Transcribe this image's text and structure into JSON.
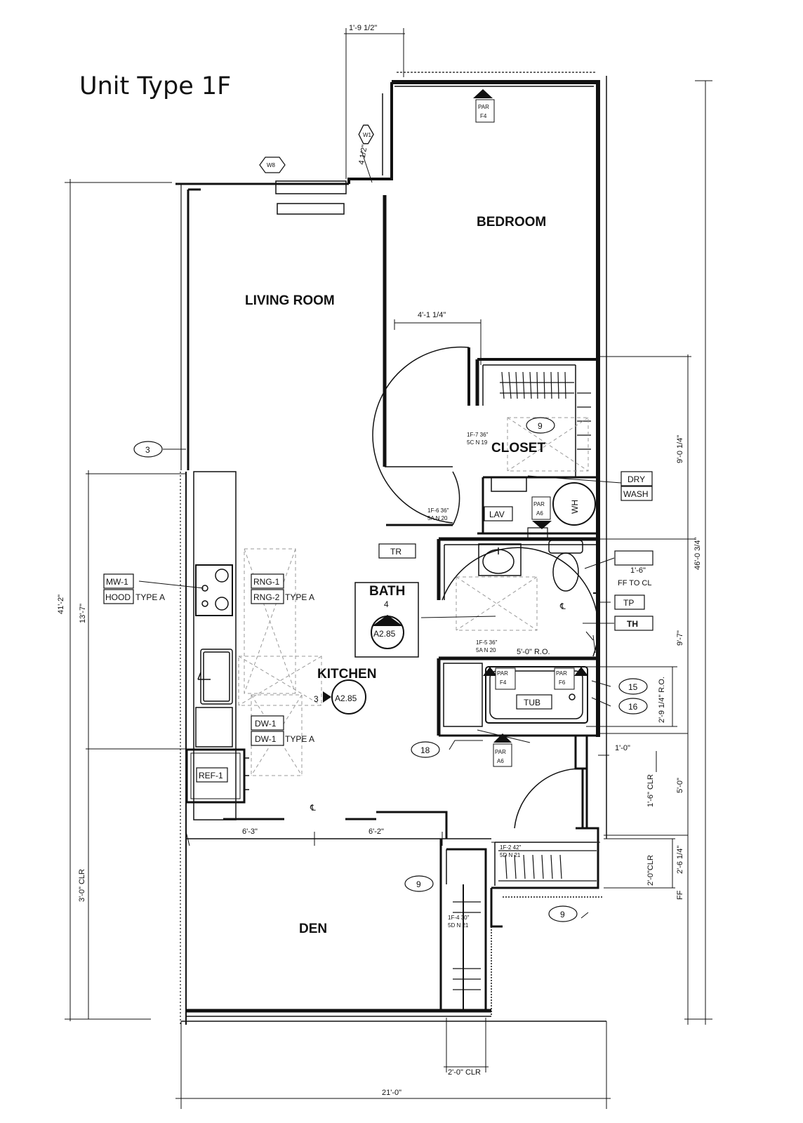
{
  "title": "Unit Type 1F",
  "rooms": {
    "bedroom": "BEDROOM",
    "living_room": "LIVING ROOM",
    "closet": "CLOSET",
    "bath": "BATH",
    "kitchen": "KITCHEN",
    "den": "DEN"
  },
  "dimensions": {
    "top_offset": "1'-9 1/2\"",
    "wall_return": "4 1/2\"",
    "bed_closet_width": "4'-1 1/4\"",
    "overall_height": "41'-2\"",
    "kitchen_run": "13'-7\"",
    "den_clr": "3'-0\" CLR",
    "right_overall": "46'-0 3/4\"",
    "closet_depth": "9'-0 1/4\"",
    "bath_depth": "9'-7\"",
    "tub_ro_height": "2'-9 1/4\" R.O.",
    "hall_depth": "5'-0\"",
    "door_clr": "1'-6\" CLR",
    "linen_depth": "2'-6 1/4\"",
    "linen_clr": "2'-0\"CLR",
    "ff": "FF",
    "kitchen_left": "6'-3\"",
    "kitchen_right": "6'-2\"",
    "overall_width": "21'-0\"",
    "den_closet_clr": "2'-0\" CLR",
    "tub_ro": "5'-0\" R.O.",
    "ff_offset": "1'-6\"",
    "ff_to_cl": "FF TO CL",
    "hall_offset": "1'-0\""
  },
  "tags": {
    "par": "PAR",
    "f4": "F4",
    "a6": "A6",
    "f6": "F6",
    "w1": "W1",
    "w8": "W8",
    "dry": "DRY",
    "wash": "WASH",
    "lav": "LAV",
    "wh": "WH",
    "tr": "TR",
    "tp": "TP",
    "th": "TH",
    "tub": "TUB",
    "mw1": "MW-1",
    "hood": "HOOD",
    "type_a": "TYPE A",
    "rng1": "RNG-1",
    "rng2": "RNG-2",
    "dw1": "DW-1",
    "ref1": "REF-1",
    "bath_detail_num": "4",
    "kitchen_detail_num": "3",
    "detail_sheet": "A2.85",
    "key_3": "3",
    "key_9": "9",
    "key_15": "15",
    "key_16": "16",
    "key_18": "18",
    "cl": "℄"
  },
  "doors": {
    "closet_door": [
      "1F-7 36\"",
      "5C N 19"
    ],
    "bed_door": [
      "1F-6 36\"",
      "5A N 20"
    ],
    "bath_door": [
      "1F-5 36\"",
      "5A N 20"
    ],
    "linen_door": [
      "1F-2 42\"",
      "5D N 21"
    ],
    "den_closet_door": [
      "1F-4 30\"",
      "5D N 21"
    ]
  }
}
